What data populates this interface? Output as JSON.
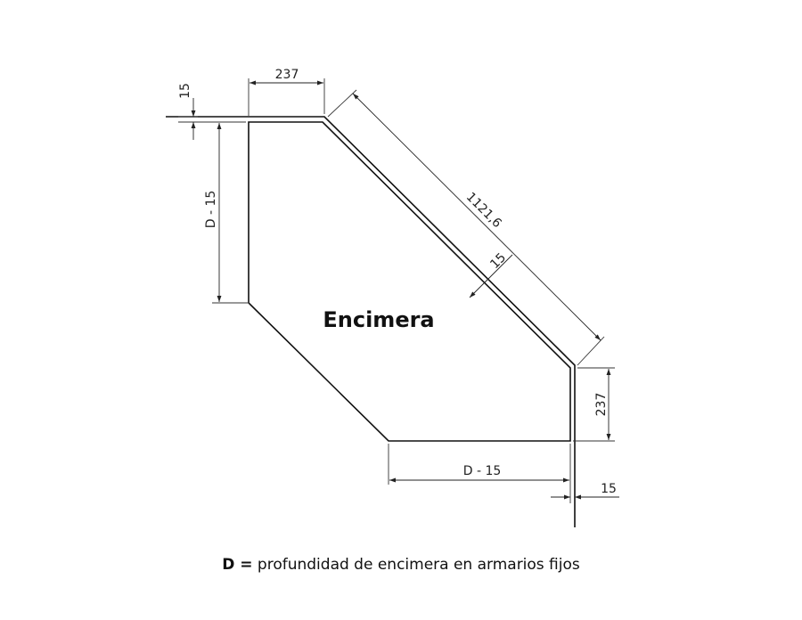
{
  "diagram": {
    "label": "Encimera",
    "dimensions": {
      "top_thickness": "15",
      "top_edge_length": "237",
      "left_side": "D - 15",
      "diagonal_length": "1121,6",
      "diagonal_thickness": "15",
      "right_edge_length": "237",
      "bottom_side": "D - 15",
      "right_thickness": "15"
    }
  },
  "footnote": {
    "key": "D =",
    "text": " profundidad de encimera en armarios fijos"
  }
}
